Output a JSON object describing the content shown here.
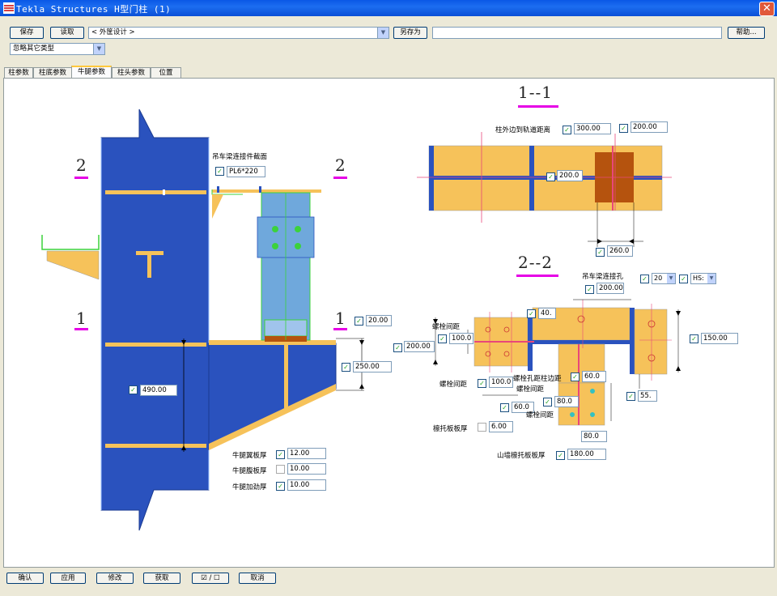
{
  "title": "Tekla Structures   H型门柱 (1)",
  "toolbar": {
    "save": "保存",
    "load": "读取",
    "preset_value": "< 外筐设计 >",
    "save_as": "另存为",
    "save_as_value": "",
    "help": "帮助...",
    "type_value": "忽略其它类型"
  },
  "tabs": [
    "柱参数",
    "柱底参数",
    "牛腿参数",
    "柱头参数",
    "位置"
  ],
  "active_tab": "牛腿参数",
  "drawing": {
    "sec_1_left": "1",
    "sec_2_left": "2",
    "sec_1_right": "1",
    "sec_2_right": "2",
    "crane_beam_label": "吊车梁连接件截面",
    "crane_beam_value": "PL6*220",
    "dim_490": "490.00",
    "dim_20": "20.00",
    "dim_250": "250.00",
    "flange_label": "牛腿翼板厚",
    "flange_value": "12.00",
    "web_label": "牛腿腹板厚",
    "web_value": "10.00",
    "stiff_label": "牛腿加劲厚",
    "stiff_value": "10.00"
  },
  "section11": {
    "title": "1--1",
    "rail_label": "柱外边到轨道距离",
    "v300": "300.00",
    "v200a": "200.00",
    "v200b": "200.0",
    "v260": "260.0"
  },
  "section22": {
    "title": "2--2",
    "hole_label": "吊车梁连接孔",
    "hole_size": "20",
    "bolt_std": "HS:",
    "v200": "200.00",
    "v40": "40.",
    "bolt_spacing1": "螺栓间距",
    "v200b": "200.00",
    "v100a": "100.0",
    "bolt_spacing2": "螺栓间距",
    "v100b": "100.0",
    "hole_edge": "螺栓孔距柱边距",
    "v60a": "60.0",
    "v60b": "60.0",
    "bolt_spacing3": "螺栓间距",
    "v80a": "80.0",
    "v55": "55.",
    "v150": "150.00",
    "gusset_label": "檩托板板厚",
    "v6": "6.00",
    "bolt_spacing4": "螺栓间距",
    "v80b": "80.0",
    "wall_label": "山墙檩托板板厚",
    "v180": "180.00"
  },
  "bottom": {
    "ok": "确认",
    "apply": "应用",
    "modify": "修改",
    "get": "获取",
    "toggle": "☑ / ☐",
    "cancel": "取消"
  },
  "colors": {
    "blue_steel": "#2a52be",
    "plate": "#f6c25a",
    "light_blue": "#6fa8dc",
    "brown": "#b5530e",
    "magenta": "#e600e6"
  }
}
